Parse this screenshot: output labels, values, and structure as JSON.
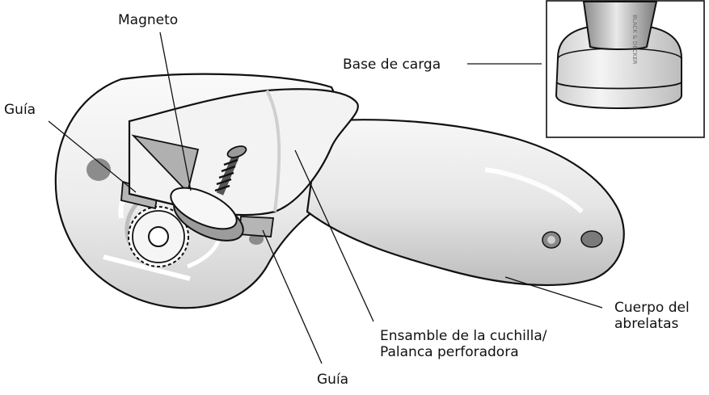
{
  "labels": {
    "magneto": "Magneto",
    "guia_top": "Guía",
    "guia_bottom": "Guía",
    "base": "Base de carga",
    "ensamble_line1": "Ensamble de la cuchilla/",
    "ensamble_line2": "Palanca perforadora",
    "cuerpo_line1": "Cuerpo del",
    "cuerpo_line2": "abrelatas"
  },
  "inset_text": "BLACK & DECKER",
  "colors": {
    "outline": "#111111",
    "body_light": "#f2f2f2",
    "body_mid": "#d9d9d9",
    "body_dark": "#9a9a9a",
    "shadow": "#777777"
  }
}
